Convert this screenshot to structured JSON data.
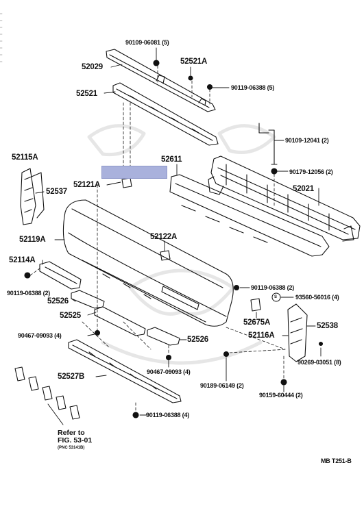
{
  "labels": {
    "p_9010906081": "90109-06081 (5)",
    "p_52029": "52029",
    "p_52521A": "52521A",
    "p_52521": "52521",
    "p_9011906388_5": "90119-06388 (5)",
    "p_9010912041": "90109-12041 (2)",
    "p_52115A": "52115A",
    "p_52611": "52611",
    "p_9017912056": "90179-12056 (2)",
    "p_52121A": "52121A",
    "p_52537": "52537",
    "p_52021": "52021",
    "p_52119A": "52119A",
    "p_52122A": "52122A",
    "p_52114A": "52114A",
    "p_9011906388_2a": "90119-06388 (2)",
    "p_9011906388_2b": "90119-06388 (2)",
    "p_9356056016": "93560-56016 (4)",
    "p_52526a": "52526",
    "p_52525": "52525",
    "p_52675A": "52675A",
    "p_52538": "52538",
    "p_9046709093a": "90467-09093 (4)",
    "p_52116A": "52116A",
    "p_52526b": "52526",
    "p_9026903051": "90269-03051 (8)",
    "p_9046709093b": "90467-09093 (4)",
    "p_52527B": "52527B",
    "p_9018906149": "90189-06149 (2)",
    "p_9015960444": "90159-60444 (2)",
    "p_9011906388_4": "90119-06388 (4)",
    "s_marker": "S"
  },
  "reference": {
    "line1": "Refer to",
    "line2": "FIG. 53-01",
    "line3": "(PNC 53141B)"
  },
  "diagram_code": "MB T251-B"
}
